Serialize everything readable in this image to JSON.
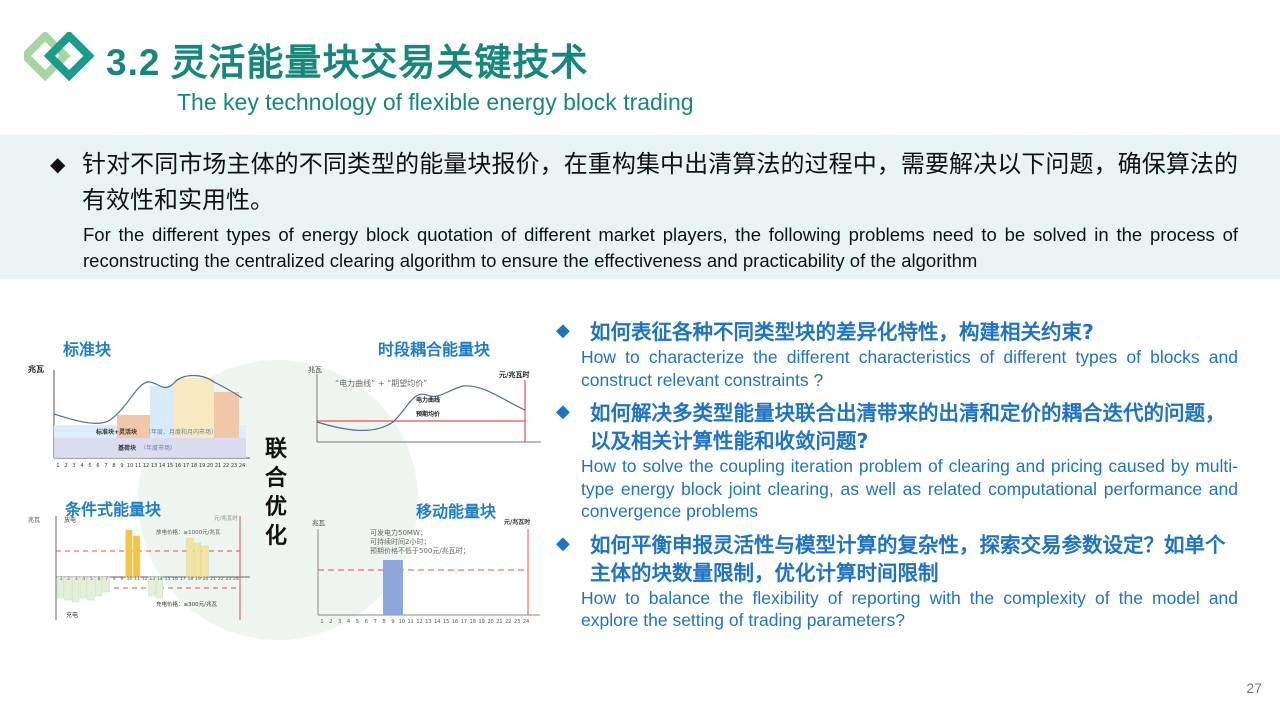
{
  "header": {
    "section_number": "3.2",
    "title_cn": "灵活能量块交易关键技术",
    "title_en": "The key technology of flexible energy block trading",
    "logo_icon": "double-diamond-logo-icon"
  },
  "intro": {
    "bullet_icon": "diamond-bullet-icon",
    "text_cn": "针对不同市场主体的不同类型的能量块报价，在重构集中出清算法的过程中，需要解决以下问题，确保算法的有效性和实用性。",
    "text_en": "For the different types of energy block quotation of different market players, the following problems need to be solved in the process of reconstructing the centralized clearing algorithm to ensure the effectiveness and practicability of the algorithm"
  },
  "figure": {
    "center_label": "联合优化",
    "panels": {
      "standard": {
        "title": "标准块",
        "y_unit": "兆瓦",
        "label_flexible": "标准块+灵活块",
        "label_flexible_note": "（年度、月度和月内市场）",
        "label_base": "基荷块",
        "label_base_note": "（年度市场）",
        "hours": [
          "1",
          "2",
          "3",
          "4",
          "5",
          "6",
          "7",
          "8",
          "9",
          "10",
          "11",
          "12",
          "13",
          "14",
          "15",
          "16",
          "17",
          "18",
          "19",
          "20",
          "21",
          "22",
          "23",
          "24"
        ]
      },
      "coupled": {
        "title": "时段耦合能量块",
        "y_unit": "兆瓦",
        "y2_unit": "元/兆瓦时",
        "formula": "“电力曲线” + “期望均价”",
        "curve_label": "电力曲线",
        "price_label": "预期均价"
      },
      "conditional": {
        "title": "条件式能量块",
        "y_unit": "兆瓦",
        "y2_unit": "元/兆瓦时",
        "discharge_label": "放电",
        "charge_label": "充电",
        "discharge_price": "放电价格：≥1000元/兆瓦",
        "charge_price": "充电价格：≤300元/兆瓦",
        "hours": [
          "1",
          "2",
          "3",
          "4",
          "5",
          "6",
          "7",
          "8",
          "9",
          "10",
          "11",
          "12",
          "13",
          "14",
          "15",
          "16",
          "17",
          "18",
          "19",
          "20",
          "21",
          "22",
          "23",
          "24"
        ]
      },
      "mobile": {
        "title": "移动能量块",
        "y_unit": "兆瓦",
        "y2_unit": "元/兆瓦时",
        "note_lines": [
          "可发电力50MW；",
          "可持续时间2小时；",
          "预期价格不低于500元/兆瓦时；"
        ],
        "hours": [
          "1",
          "2",
          "3",
          "4",
          "5",
          "6",
          "7",
          "8",
          "9",
          "10",
          "11",
          "12",
          "13",
          "14",
          "15",
          "16",
          "17",
          "18",
          "19",
          "20",
          "21",
          "22",
          "23",
          "24"
        ]
      }
    }
  },
  "questions": [
    {
      "cn": "如何表征各种不同类型块的差异化特性，构建相关约束?",
      "en": "How to characterize the different characteristics of different types of blocks and construct relevant constraints ?"
    },
    {
      "cn": "如何解决多类型能量块联合出清带来的出清和定价的耦合迭代的问题，以及相关计算性能和收敛问题?",
      "en": "How to solve the coupling iteration problem of clearing and pricing caused by multi-type energy block joint clearing, as well as related computational performance and convergence problems"
    },
    {
      "cn": "如何平衡申报灵活性与模型计算的复杂性，探索交易参数设定？如单个主体的块数量限制，优化计算时间限制",
      "en": "How to balance the flexibility of reporting with the complexity of the model and explore the setting of trading parameters?"
    }
  ],
  "footer": {
    "page_number": "27"
  },
  "colors": {
    "title_teal": "#16877a",
    "question_blue": "#1f73c4",
    "band_bg": "#e8f4f4",
    "logo_light": "#a8d4a0",
    "logo_dark": "#1a9c8c"
  }
}
